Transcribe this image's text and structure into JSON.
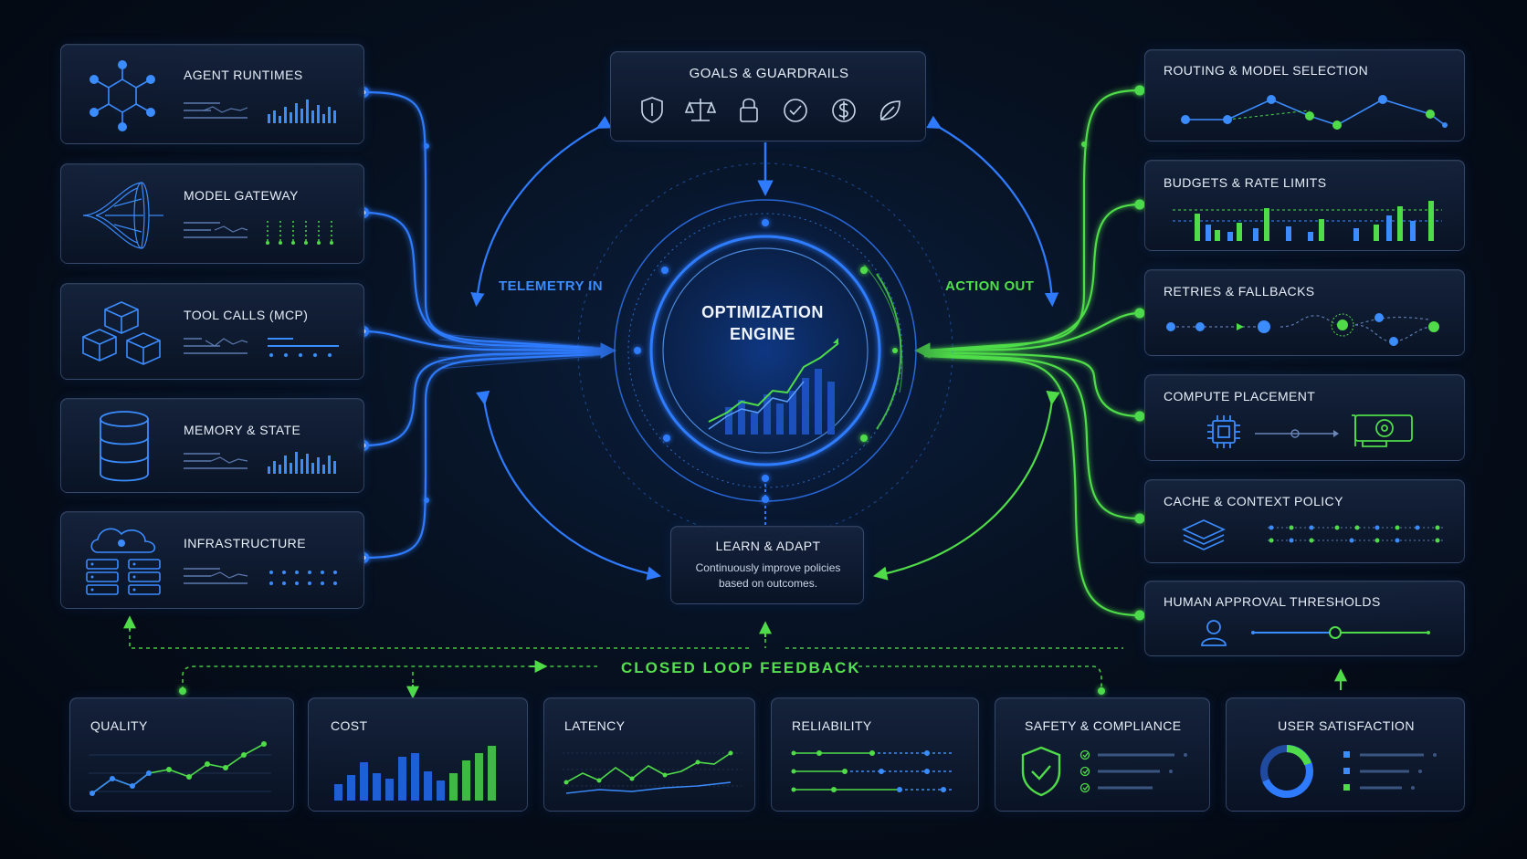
{
  "goals": {
    "title": "GOALS & GUARDRAILS",
    "icons": [
      "shield-icon",
      "scales-icon",
      "lock-icon",
      "check-circle-icon",
      "dollar-circle-icon",
      "leaf-icon"
    ]
  },
  "engine": {
    "title_line1": "OPTIMIZATION",
    "title_line2": "ENGINE"
  },
  "flows": {
    "telemetry_in": "TELEMETRY IN",
    "action_out": "ACTION OUT",
    "feedback": "CLOSED LOOP FEEDBACK"
  },
  "learn": {
    "title": "LEARN & ADAPT",
    "line1": "Continuously improve policies",
    "line2": "based on outcomes."
  },
  "inputs": [
    {
      "title": "AGENT RUNTIMES",
      "icon": "network-graph-icon"
    },
    {
      "title": "MODEL GATEWAY",
      "icon": "funnel-mesh-icon"
    },
    {
      "title": "TOOL CALLS (MCP)",
      "icon": "cubes-icon"
    },
    {
      "title": "MEMORY & STATE",
      "icon": "database-icon"
    },
    {
      "title": "INFRASTRUCTURE",
      "icon": "cloud-server-icon"
    }
  ],
  "outputs": [
    {
      "title": "ROUTING & MODEL SELECTION"
    },
    {
      "title": "BUDGETS & RATE LIMITS"
    },
    {
      "title": "RETRIES & FALLBACKS"
    },
    {
      "title": "COMPUTE PLACEMENT",
      "icons": [
        "cpu-chip-icon",
        "gpu-card-icon"
      ]
    },
    {
      "title": "CACHE & CONTEXT POLICY",
      "icons": [
        "layers-icon"
      ]
    },
    {
      "title": "HUMAN APPROVAL THRESHOLDS",
      "icons": [
        "user-icon"
      ]
    }
  ],
  "metrics": [
    {
      "title": "QUALITY"
    },
    {
      "title": "COST"
    },
    {
      "title": "LATENCY"
    },
    {
      "title": "RELIABILITY"
    },
    {
      "title": "SAFETY & COMPLIANCE",
      "icons": [
        "shield-check-icon"
      ]
    },
    {
      "title": "USER SATISFACTION",
      "icons": [
        "donut-icon"
      ]
    }
  ],
  "colors": {
    "blue": "#2f7bff",
    "green": "#4fdc48",
    "panel_border": "#5a7199",
    "background": "#050b16"
  }
}
